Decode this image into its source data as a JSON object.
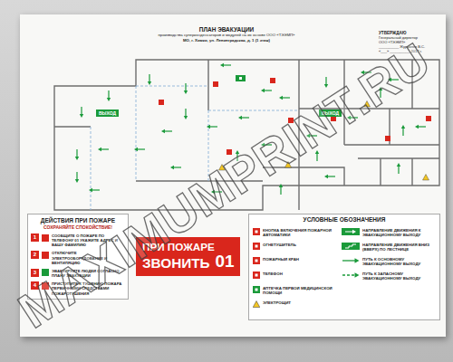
{
  "diagram": {
    "title": "ПЛАН ЭВАКУАЦИИ",
    "nodes": [
      {
        "text": [
          "ДЕЙСТВИЯ ПРИ ПОЖАРЕ",
          "СОХРАНЯЙТЕ СПОКОЙСТВИЕ!"
        ]
      },
      {
        "text": [
          "1",
          "СООБЩИТЕ О ПОЖАРЕ ПО ТЕЛЕФОНУ 01 УКАЖИТЕ АДРЕС И ВАШУ ФАМИЛИЮ"
        ],
        "in": 0
      },
      {
        "text": [
          "2",
          "ОТКЛЮЧИТЕ ЭЛЕКТРООБОРУДОВАНИЕ И ВЕНТИЛЯЦИЮ"
        ],
        "in": 0
      },
      {
        "text": [
          "3",
          "ЭВАКУИРУЙТЕ ЛЮДЕЙ СОГЛАСНО ПЛАНУ ЭВАКУАЦИИ"
        ],
        "in": 0
      },
      {
        "text": [
          "4",
          "ПРИСТУПИТЕ К ТУШЕНИЮ ПОЖАРА ПЕРВИЧНЫМИ СРЕДСТВАМИ ПОЖАРОТУШЕНИЯ"
        ],
        "in": 0
      },
      {
        "text": [
          "ПРИ ПОЖАРЕ",
          "ЗВОНИТЬ",
          "01"
        ]
      },
      {
        "text": [
          "ВЫХОД"
        ]
      },
      {
        "text": [
          "ВЫХОД"
        ]
      }
    ],
    "labels": [
      "производства суперконденсаторов и модулей на их основе ООО «ТЭЭМП»",
      "МО, г. Химки, ул. Ленинградская, д. 1 (1 этаж)",
      "УТВЕРЖДАЮ",
      "Генеральный директор",
      "ООО «ТЭЭМП»",
      "__________ Журавлев В.С.",
      "«___» __________ 2017 г.",
      "УСЛОВНЫЕ ОБОЗНАЧЕНИЯ",
      "MAXIMUMPRINT.RU"
    ],
    "legend": [
      {
        "text": "КНОПКА ВКЛЮЧЕНИЯ ПОЖАРНОЙ АВТОМАТИКИ"
      },
      {
        "text": "ОГНЕТУШИТЕЛЬ"
      },
      {
        "text": "ПОЖАРНЫЙ КРАН"
      },
      {
        "text": "ТЕЛЕФОН"
      },
      {
        "text": "АПТЕЧКА ПЕРВОЙ МЕДИЦИНСКОЙ ПОМОЩИ"
      },
      {
        "text": "ЭЛЕКТРОЩИТ"
      },
      {
        "text": "НАПРАВЛЕНИЕ ДВИЖЕНИЯ К ЭВАКУАЦИОННОМУ ВЫХОДУ"
      },
      {
        "text": "НАПРАВЛЕНИЕ ДВИЖЕНИЯ ВНИЗ (ВВЕРХ) ПО ЛЕСТНИЦЕ"
      },
      {
        "text": "ПУТЬ К ОСНОВНОМУ ЭВАКУАЦИОННОМУ ВЫХОДУ"
      },
      {
        "text": "ПУТЬ К ЗАПАСНОМУ ЭВАКУАЦИОННОМУ ВЫХОДУ"
      }
    ]
  }
}
